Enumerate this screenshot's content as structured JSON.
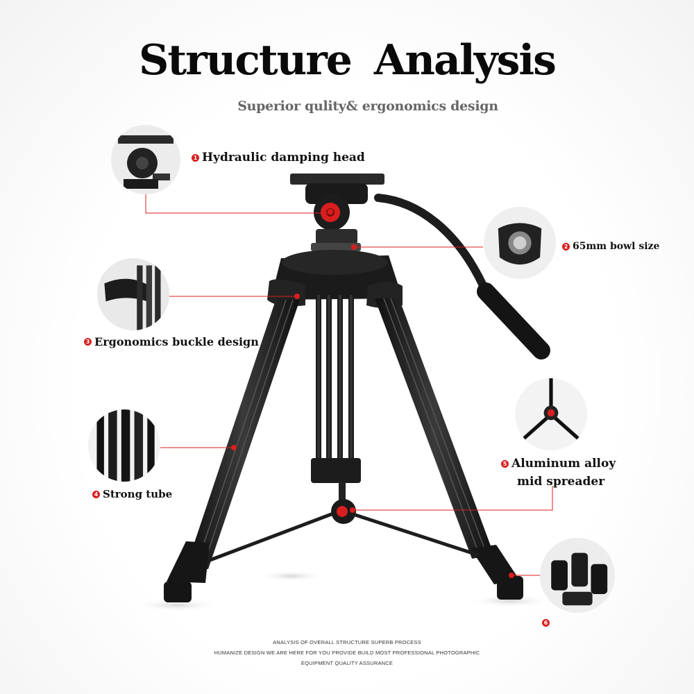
{
  "header": {
    "title": "Structure Analysis",
    "subtitle": "Superior qulity& ergonomics  design"
  },
  "callouts": [
    {
      "number": "1",
      "label": "Hydraulic  damping head",
      "icon": "fluid-head-closeup"
    },
    {
      "number": "2",
      "label": "65mm bowl size",
      "icon": "bowl-closeup"
    },
    {
      "number": "3",
      "label": "Ergonomics buckle design",
      "icon": "buckle-closeup"
    },
    {
      "number": "4",
      "label": "Strong tube",
      "icon": "tube-closeup"
    },
    {
      "number": "5",
      "label_line1": "Aluminum alloy",
      "label_line2": "mid  spreader",
      "icon": "spreader-closeup"
    },
    {
      "number": "6",
      "label": "",
      "icon": "feet-closeup"
    }
  ],
  "footer": {
    "line1": "ANALYSIS OF OVERALL STRUCTURE SUPERB PROCESS",
    "line2": "HUMANIZE DESIGN WE ARE HERE FOR YOU PROVIDE BUILD MOST PROFESSIONAL PHOTOGRAPHIC",
    "line3": "EQUIPMENT QUALITY ASSURANCE"
  },
  "colors": {
    "accent": "#d81e1e",
    "text": "#111111",
    "subtitle": "#666666"
  }
}
